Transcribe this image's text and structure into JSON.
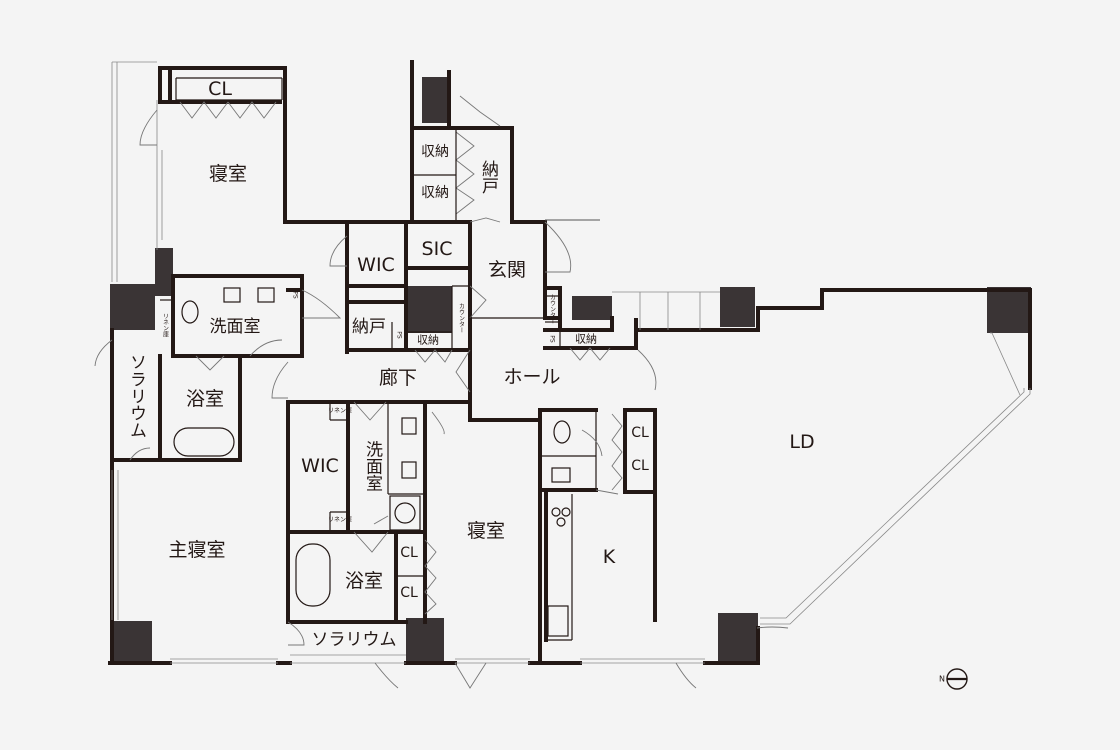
{
  "rooms": {
    "cl_top": "CL",
    "bedroom_north": "寝室",
    "storage_1": "収納",
    "storage_2": "収納",
    "nando_top": "納戸",
    "wic_1": "WIC",
    "sic": "SIC",
    "genkan": "玄関",
    "ps_1": "PS",
    "linen_1": "リネン庫",
    "senmen_1": "洗面室",
    "nando_mid": "納戸",
    "ps_2": "PS",
    "storage_3": "収納",
    "counter_1": "カウンター",
    "counter_2": "カウンター",
    "ps_3": "PS",
    "storage_4": "収納",
    "solarium_1": "ソラリウム",
    "yokushitsu_1": "浴室",
    "rouka": "廊下",
    "hall": "ホール",
    "linen_2": "リネン庫",
    "wic_2": "WIC",
    "senmen_2": "洗面室",
    "linen_3": "リネン庫",
    "cl_1": "CL",
    "cl_2": "CL",
    "ld": "LD",
    "master_bedroom": "主寝室",
    "bedroom_south": "寝室",
    "kitchen": "K",
    "cl_3": "CL",
    "cl_4": "CL",
    "yokushitsu_2": "浴室",
    "solarium_2": "ソラリウム"
  },
  "compass": {
    "letter": "N"
  },
  "colors": {
    "wall": "#231815",
    "column": "#3a3435",
    "background": "#f4f4f4"
  }
}
